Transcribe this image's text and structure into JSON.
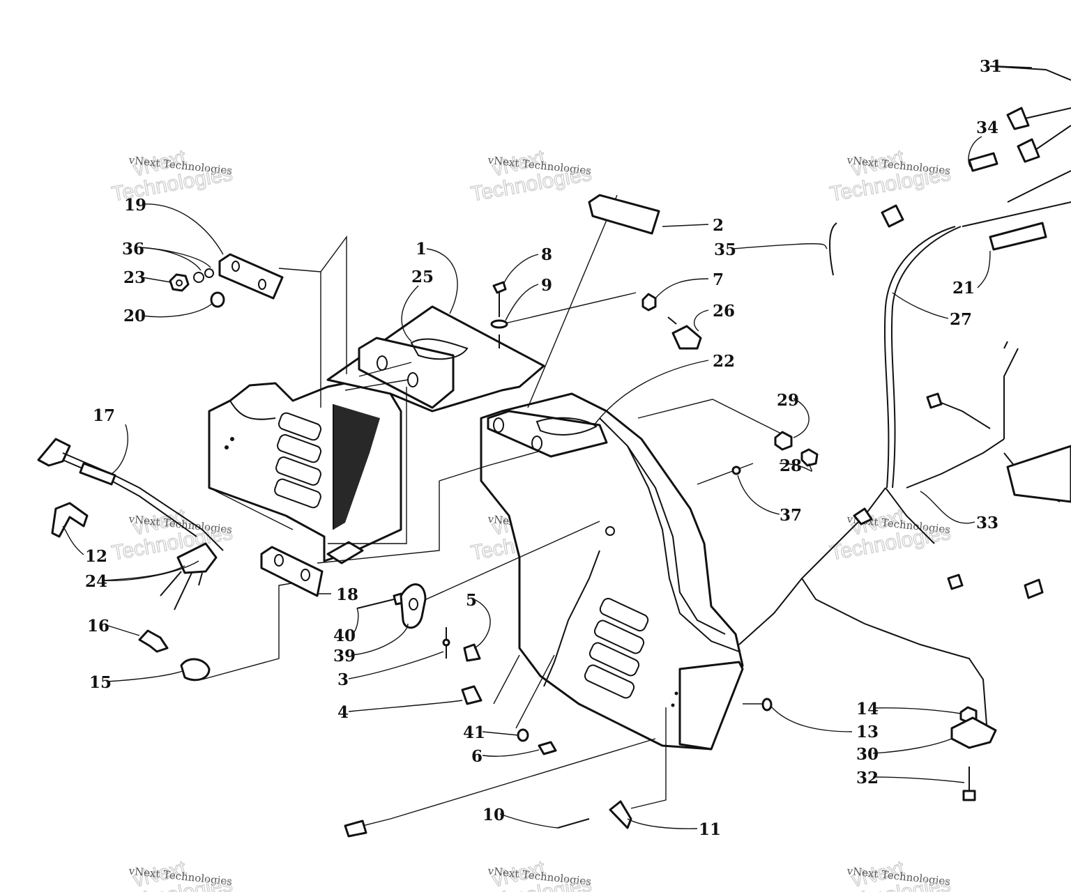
{
  "colors": {
    "ink": "#111111",
    "watermark": "#c7c7c7",
    "background": "#ffffff"
  },
  "watermark": {
    "line1": "vNext",
    "line2": "vNext Technologies",
    "line3": "Technologies"
  },
  "labels": [
    {
      "id": "1",
      "text": "1"
    },
    {
      "id": "2",
      "text": "2"
    },
    {
      "id": "3",
      "text": "3"
    },
    {
      "id": "4",
      "text": "4"
    },
    {
      "id": "5",
      "text": "5"
    },
    {
      "id": "6",
      "text": "6"
    },
    {
      "id": "7",
      "text": "7"
    },
    {
      "id": "8",
      "text": "8"
    },
    {
      "id": "9",
      "text": "9"
    },
    {
      "id": "10",
      "text": "10"
    },
    {
      "id": "11",
      "text": "11"
    },
    {
      "id": "12",
      "text": "12"
    },
    {
      "id": "13",
      "text": "13"
    },
    {
      "id": "14",
      "text": "14"
    },
    {
      "id": "15",
      "text": "15"
    },
    {
      "id": "16",
      "text": "16"
    },
    {
      "id": "17",
      "text": "17"
    },
    {
      "id": "18",
      "text": "18"
    },
    {
      "id": "19",
      "text": "19"
    },
    {
      "id": "20",
      "text": "20"
    },
    {
      "id": "21",
      "text": "21"
    },
    {
      "id": "22",
      "text": "22"
    },
    {
      "id": "23",
      "text": "23"
    },
    {
      "id": "24",
      "text": "24"
    },
    {
      "id": "25",
      "text": "25"
    },
    {
      "id": "26",
      "text": "26"
    },
    {
      "id": "27",
      "text": "27"
    },
    {
      "id": "28",
      "text": "28"
    },
    {
      "id": "29",
      "text": "29"
    },
    {
      "id": "30",
      "text": "30"
    },
    {
      "id": "31",
      "text": "31"
    },
    {
      "id": "32",
      "text": "32"
    },
    {
      "id": "33",
      "text": "33"
    },
    {
      "id": "34",
      "text": "34"
    },
    {
      "id": "35",
      "text": "35"
    },
    {
      "id": "36",
      "text": "36"
    },
    {
      "id": "37",
      "text": "37"
    },
    {
      "id": "39",
      "text": "39"
    },
    {
      "id": "40",
      "text": "40"
    },
    {
      "id": "41",
      "text": "41"
    }
  ]
}
